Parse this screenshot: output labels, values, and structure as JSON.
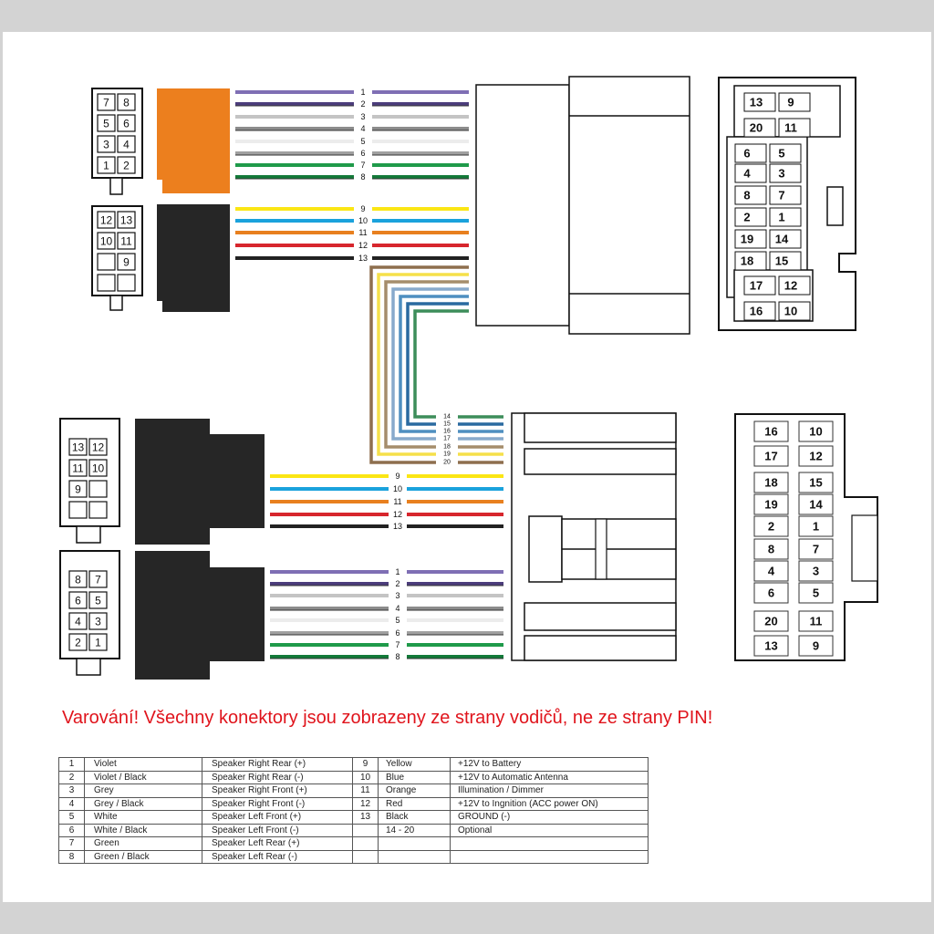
{
  "warning_text": "Varování!  Všechny konektory jsou zobrazeny ze strany vodičů, ne ze strany PIN!",
  "colors": {
    "violet": "#7f6fb4",
    "violet_black": "#4c3d7c",
    "grey": "#c4c4c4",
    "grey_black": "#8c8c8c",
    "white": "#ececec",
    "white_black": "#a0a0a0",
    "green": "#1f9a4a",
    "green_black": "#137a39",
    "yellow": "#fbe614",
    "blue": "#1aa2dc",
    "orange": "#e8801f",
    "red": "#d7262d",
    "black": "#222222",
    "connector_orange": "#ec7f1e",
    "connector_black": "#262626",
    "warning_red": "#e0141c"
  },
  "top_left_plug_8": {
    "pins": [
      "7",
      "8",
      "5",
      "6",
      "3",
      "4",
      "1",
      "2"
    ]
  },
  "top_left_plug_13": {
    "pins": [
      "12",
      "13",
      "10",
      "11",
      "",
      "9",
      "",
      ""
    ]
  },
  "bottom_left_plug_13": {
    "pins": [
      "13",
      "12",
      "11",
      "10",
      "9",
      "",
      "",
      ""
    ]
  },
  "bottom_left_plug_8": {
    "pins": [
      "8",
      "7",
      "6",
      "5",
      "4",
      "3",
      "2",
      "1"
    ]
  },
  "top_wire_labels_a": [
    "1",
    "2",
    "3",
    "4",
    "5",
    "6",
    "7",
    "8"
  ],
  "top_wire_labels_b": [
    "9",
    "10",
    "11",
    "12",
    "13"
  ],
  "optional_wire_labels": [
    "14",
    "15",
    "16",
    "17",
    "18",
    "19",
    "20"
  ],
  "bottom_wire_labels_b": [
    "9",
    "10",
    "11",
    "12",
    "13"
  ],
  "bottom_wire_labels_a": [
    "1",
    "2",
    "3",
    "4",
    "5",
    "6",
    "7",
    "8"
  ],
  "top_right_connector": {
    "rows": [
      [
        "13",
        "9"
      ],
      [
        "20",
        "11"
      ],
      [
        "6",
        "5"
      ],
      [
        "4",
        "3"
      ],
      [
        "8",
        "7"
      ],
      [
        "2",
        "1"
      ],
      [
        "19",
        "14"
      ],
      [
        "18",
        "15"
      ],
      [
        "17",
        "12"
      ],
      [
        "16",
        "10"
      ]
    ]
  },
  "bottom_right_connector": {
    "rows": [
      [
        "16",
        "10"
      ],
      [
        "17",
        "12"
      ],
      [
        "18",
        "15"
      ],
      [
        "19",
        "14"
      ],
      [
        "2",
        "1"
      ],
      [
        "8",
        "7"
      ],
      [
        "4",
        "3"
      ],
      [
        "6",
        "5"
      ],
      [
        "20",
        "11"
      ],
      [
        "13",
        "9"
      ]
    ]
  },
  "legend": {
    "rows": [
      {
        "n1": "1",
        "c1": "Violet",
        "f1": "Speaker Right Rear (+)",
        "n2": "9",
        "c2": "Yellow",
        "f2": "+12V to Battery"
      },
      {
        "n1": "2",
        "c1": "Violet / Black",
        "f1": "Speaker Right Rear (-)",
        "n2": "10",
        "c2": "Blue",
        "f2": "+12V to Automatic Antenna"
      },
      {
        "n1": "3",
        "c1": "Grey",
        "f1": "Speaker Right Front (+)",
        "n2": "11",
        "c2": "Orange",
        "f2": "Illumination / Dimmer"
      },
      {
        "n1": "4",
        "c1": "Grey / Black",
        "f1": "Speaker Right Front (-)",
        "n2": "12",
        "c2": "Red",
        "f2": "+12V to Ingnition (ACC power ON)"
      },
      {
        "n1": "5",
        "c1": "White",
        "f1": "Speaker Left Front (+)",
        "n2": "13",
        "c2": "Black",
        "f2": "GROUND (-)"
      },
      {
        "n1": "6",
        "c1": "White / Black",
        "f1": "Speaker Left Front (-)",
        "n2": "",
        "c2": "14 - 20",
        "f2": "Optional"
      },
      {
        "n1": "7",
        "c1": "Green",
        "f1": "Speaker Left Rear (+)",
        "n2": "",
        "c2": "",
        "f2": ""
      },
      {
        "n1": "8",
        "c1": "Green / Black",
        "f1": "Speaker Left Rear (-)",
        "n2": "",
        "c2": "",
        "f2": ""
      }
    ]
  }
}
